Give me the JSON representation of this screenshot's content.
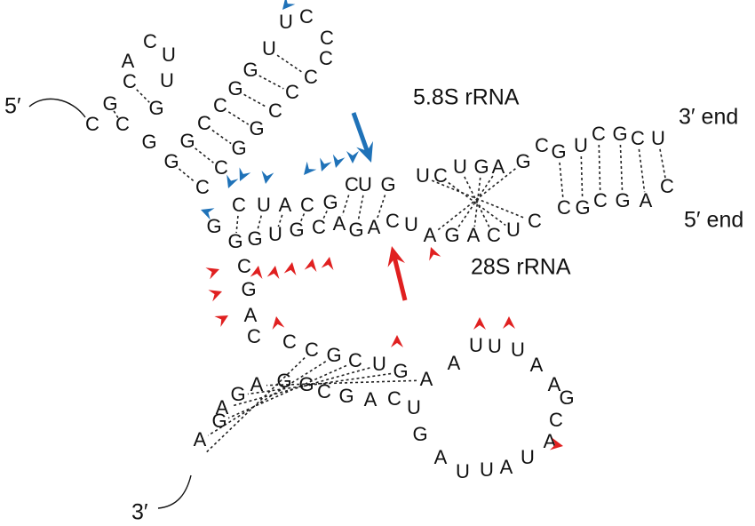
{
  "labels": {
    "rna58": "5.8S rRNA",
    "rna28": "28S rRNA",
    "end3": "3′ end",
    "end5": "5′ end",
    "prime5": "5′",
    "prime3": "3′"
  },
  "colors": {
    "blue": "#1f72b8",
    "red": "#e02020"
  },
  "icons": {
    "blue_marker": "arrowhead-marker-icon",
    "red_marker": "arrowhead-marker-icon",
    "cleavage": "cleavage-arrow-icon"
  },
  "nucleotides": [
    "C",
    "G",
    "C",
    "A",
    "C",
    "U",
    "U",
    "G",
    "G",
    "C",
    "G",
    "G",
    "C",
    "C",
    "G",
    "G",
    "U",
    "U",
    "C",
    "C",
    "C",
    "C",
    "C",
    "C",
    "G",
    "G",
    "C",
    "C",
    "G",
    "C",
    "U",
    "A",
    "C",
    "G",
    "C",
    "U",
    "G",
    "U",
    "C",
    "U",
    "G",
    "A",
    "G",
    "C",
    "G",
    "U",
    "C",
    "G",
    "C",
    "U",
    "C",
    "A",
    "G",
    "C",
    "G",
    "C",
    "A",
    "G",
    "A",
    "C",
    "U",
    "C",
    "G",
    "G",
    "U",
    "G",
    "C",
    "A",
    "G",
    "A",
    "C",
    "U",
    "C",
    "G",
    "A",
    "C",
    "C",
    "C",
    "G",
    "C",
    "U",
    "G",
    "A",
    "A",
    "U",
    "U",
    "U",
    "A",
    "A",
    "G",
    "C",
    "A",
    "U",
    "A",
    "U",
    "U",
    "A",
    "G",
    "U",
    "C",
    "A",
    "G",
    "C",
    "G",
    "G",
    "A",
    "G",
    "A",
    "G",
    "A"
  ]
}
